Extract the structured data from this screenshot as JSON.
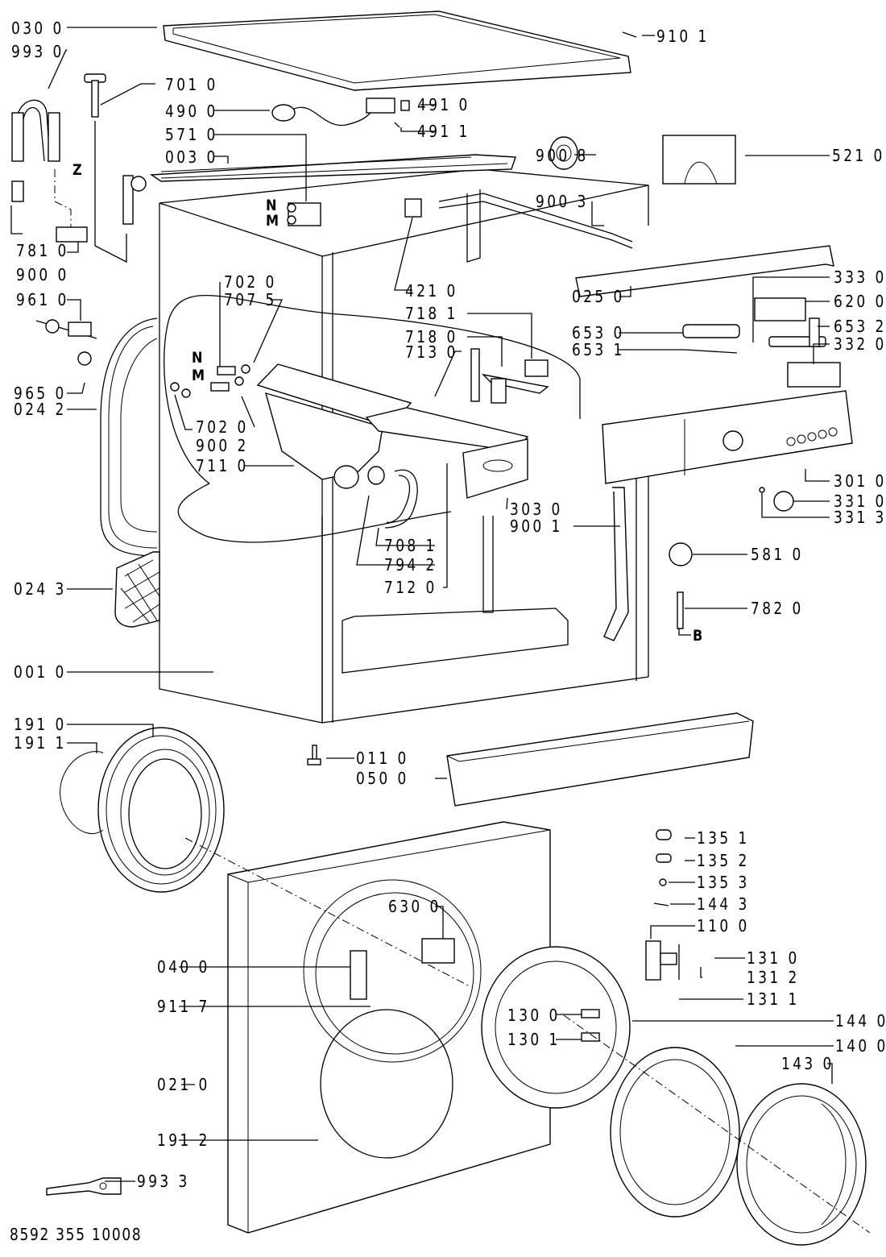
{
  "diagram": {
    "type": "exploded-parts-diagram",
    "subject": "front-loading washing machine",
    "document_number": "8592 355 10008",
    "callouts": [
      {
        "id": "030_0",
        "label": "030  0"
      },
      {
        "id": "993_0",
        "label": "993  0"
      },
      {
        "id": "701_0",
        "label": "701  0"
      },
      {
        "id": "490_0",
        "label": "490  0"
      },
      {
        "id": "571_0",
        "label": "571  0"
      },
      {
        "id": "003_0",
        "label": "003  0"
      },
      {
        "id": "781_0",
        "label": "781  0"
      },
      {
        "id": "900_0",
        "label": "900  0"
      },
      {
        "id": "961_0",
        "label": "961  0"
      },
      {
        "id": "965_0",
        "label": "965  0"
      },
      {
        "id": "024_2",
        "label": "024  2"
      },
      {
        "id": "910_1",
        "label": "910  1"
      },
      {
        "id": "491_0",
        "label": "491  0"
      },
      {
        "id": "491_1",
        "label": "491  1"
      },
      {
        "id": "900_8",
        "label": "900  8"
      },
      {
        "id": "521_0",
        "label": "521  0"
      },
      {
        "id": "900_3",
        "label": "900  3"
      },
      {
        "id": "702_0_a",
        "label": "702  0"
      },
      {
        "id": "707_5",
        "label": "707  5"
      },
      {
        "id": "702_0_b",
        "label": "702  0"
      },
      {
        "id": "900_2",
        "label": "900  2"
      },
      {
        "id": "711_0",
        "label": "711  0"
      },
      {
        "id": "421_0",
        "label": "421  0"
      },
      {
        "id": "718_1",
        "label": "718  1"
      },
      {
        "id": "718_0",
        "label": "718  0"
      },
      {
        "id": "713_0",
        "label": "713  0"
      },
      {
        "id": "708_1",
        "label": "708  1"
      },
      {
        "id": "794_2",
        "label": "794  2"
      },
      {
        "id": "712_0",
        "label": "712  0"
      },
      {
        "id": "303_0",
        "label": "303  0"
      },
      {
        "id": "900_1",
        "label": "900  1"
      },
      {
        "id": "025_0",
        "label": "025  0"
      },
      {
        "id": "333_0",
        "label": "333  0"
      },
      {
        "id": "620_0",
        "label": "620  0"
      },
      {
        "id": "653_0",
        "label": "653  0"
      },
      {
        "id": "653_2",
        "label": "653  2"
      },
      {
        "id": "653_1",
        "label": "653  1"
      },
      {
        "id": "332_0",
        "label": "332  0"
      },
      {
        "id": "301_0",
        "label": "301  0"
      },
      {
        "id": "331_0",
        "label": "331  0"
      },
      {
        "id": "331_3",
        "label": "331  3"
      },
      {
        "id": "581_0",
        "label": "581  0"
      },
      {
        "id": "782_0",
        "label": "782  0"
      },
      {
        "id": "024_3",
        "label": "024  3"
      },
      {
        "id": "001_0",
        "label": "001  0"
      },
      {
        "id": "191_0",
        "label": "191  0"
      },
      {
        "id": "191_1",
        "label": "191  1"
      },
      {
        "id": "011_0",
        "label": "011  0"
      },
      {
        "id": "050_0",
        "label": "050  0"
      },
      {
        "id": "135_1",
        "label": "135  1"
      },
      {
        "id": "135_2",
        "label": "135  2"
      },
      {
        "id": "135_3",
        "label": "135  3"
      },
      {
        "id": "144_3",
        "label": "144  3"
      },
      {
        "id": "110_0",
        "label": "110  0"
      },
      {
        "id": "131_0",
        "label": "131  0"
      },
      {
        "id": "131_2",
        "label": "131  2"
      },
      {
        "id": "131_1",
        "label": "131  1"
      },
      {
        "id": "630_0",
        "label": "630  0"
      },
      {
        "id": "040_0",
        "label": "040  0"
      },
      {
        "id": "911_7",
        "label": "911  7"
      },
      {
        "id": "130_0",
        "label": "130  0"
      },
      {
        "id": "130_1",
        "label": "130  1"
      },
      {
        "id": "144_0",
        "label": "144  0"
      },
      {
        "id": "140_0",
        "label": "140  0"
      },
      {
        "id": "143_0",
        "label": "143  0"
      },
      {
        "id": "021_0",
        "label": "021  0"
      },
      {
        "id": "191_2",
        "label": "191  2"
      },
      {
        "id": "993_3",
        "label": "993  3"
      }
    ],
    "letters": {
      "z": "Z",
      "n_valve": "N",
      "m_valve": "M",
      "n_nozzle": "N",
      "m_nozzle": "M",
      "b": "B"
    }
  }
}
